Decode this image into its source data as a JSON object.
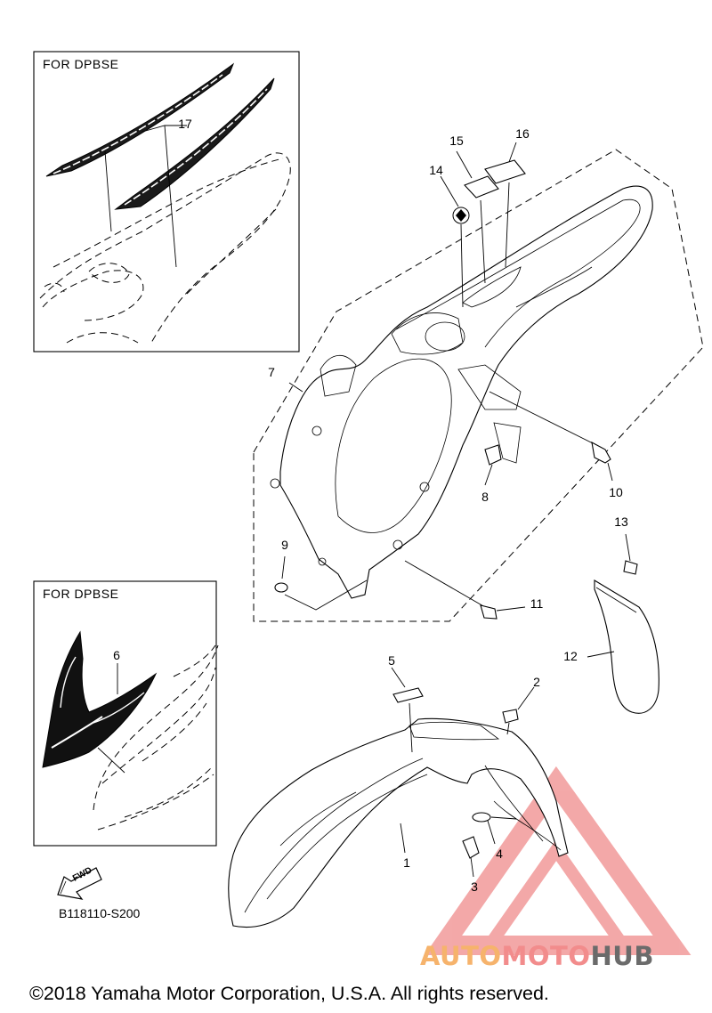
{
  "insets": [
    {
      "title": "FOR DPBSE"
    },
    {
      "title": "FOR DPBSE"
    }
  ],
  "callouts": {
    "c1": "1",
    "c2": "2",
    "c3": "3",
    "c4": "4",
    "c5": "5",
    "c6": "6",
    "c7": "7",
    "c8": "8",
    "c9": "9",
    "c10": "10",
    "c11": "11",
    "c12": "12",
    "c13": "13",
    "c14": "14",
    "c15": "15",
    "c16": "16",
    "c17": "17"
  },
  "fwd_label": "FWD",
  "diagram_code": "B118110-S200",
  "watermark": {
    "part1": "AUTO",
    "part2": "MOTO",
    "part3": "HUB",
    "colors": {
      "auto": "#f6b36c",
      "moto": "#f28c8c",
      "hub": "#6b6b6b",
      "triangle": "#f08a8a"
    }
  },
  "copyright": "©2018 Yamaha Motor Corporation, U.S.A. All rights reserved."
}
